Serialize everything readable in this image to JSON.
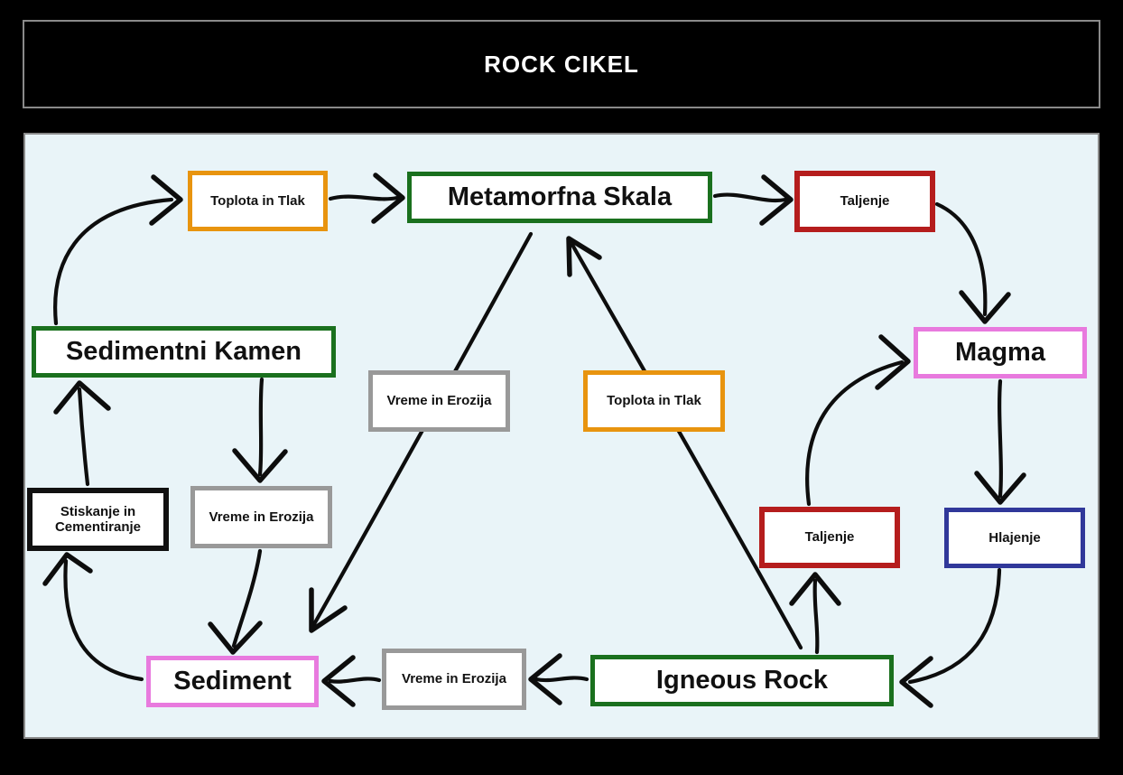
{
  "title": "ROCK CIKEL",
  "colors": {
    "green": "#1a701e",
    "orange": "#e8940f",
    "red": "#b51d1d",
    "pink": "#e87ade",
    "blue": "#30389a",
    "gray": "#999999",
    "black": "#111111",
    "canvas_bg": "#e9f4f8",
    "page_bg": "#000000",
    "arrow": "#0d0d0d",
    "title_text": "#ffffff"
  },
  "nodes": {
    "toplota_tlak_1": {
      "label": "Toplota in Tlak",
      "color": "orange"
    },
    "metamorfna_skala": {
      "label": "Metamorfna Skala",
      "color": "green"
    },
    "taljenje_1": {
      "label": "Taljenje",
      "color": "red"
    },
    "sedimentni_kamen": {
      "label": "Sedimentni Kamen",
      "color": "green"
    },
    "magma": {
      "label": "Magma",
      "color": "pink"
    },
    "vreme_erozija_center": {
      "label": "Vreme in Erozija",
      "color": "gray"
    },
    "toplota_tlak_2": {
      "label": "Toplota in Tlak",
      "color": "orange"
    },
    "stiskanje": {
      "label": "Stiskanje in Cementiranje",
      "color": "black"
    },
    "vreme_erozija_left": {
      "label": "Vreme in Erozija",
      "color": "gray"
    },
    "taljenje_2": {
      "label": "Taljenje",
      "color": "red"
    },
    "hlajenje": {
      "label": "Hlajenje",
      "color": "blue"
    },
    "sediment": {
      "label": "Sediment",
      "color": "pink"
    },
    "vreme_erozija_bottom": {
      "label": "Vreme in Erozija",
      "color": "gray"
    },
    "igneous_rock": {
      "label": "Igneous Rock",
      "color": "green"
    }
  },
  "edges": [
    {
      "from": "Sedimentni Kamen",
      "to": "Toplota in Tlak (top)"
    },
    {
      "from": "Toplota in Tlak (top)",
      "to": "Metamorfna Skala"
    },
    {
      "from": "Metamorfna Skala",
      "to": "Taljenje (top)"
    },
    {
      "from": "Taljenje (top)",
      "to": "Magma"
    },
    {
      "from": "Magma",
      "to": "Hlajenje"
    },
    {
      "from": "Hlajenje",
      "to": "Igneous Rock"
    },
    {
      "from": "Igneous Rock",
      "to": "Vreme in Erozija (bottom)"
    },
    {
      "from": "Vreme in Erozija (bottom)",
      "to": "Sediment"
    },
    {
      "from": "Igneous Rock",
      "to": "Taljenje (right)"
    },
    {
      "from": "Taljenje (right)",
      "to": "Magma"
    },
    {
      "from": "Igneous Rock",
      "to": "Metamorfna Skala",
      "via": "Toplota in Tlak (center)"
    },
    {
      "from": "Metamorfna Skala",
      "to": "Sediment",
      "via": "Vreme in Erozija (center)"
    },
    {
      "from": "Sedimentni Kamen",
      "to": "Vreme in Erozija (left)"
    },
    {
      "from": "Vreme in Erozija (left)",
      "to": "Sediment"
    },
    {
      "from": "Sediment",
      "to": "Stiskanje in Cementiranje"
    },
    {
      "from": "Stiskanje in Cementiranje",
      "to": "Sedimentni Kamen"
    }
  ]
}
